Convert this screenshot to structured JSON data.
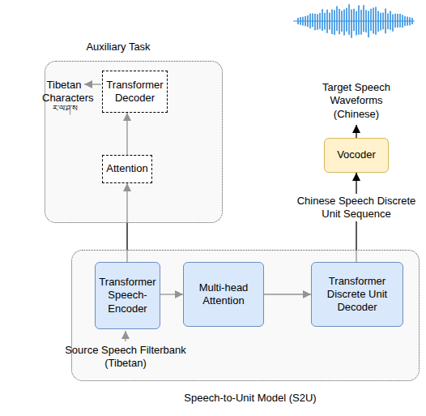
{
  "diagram": {
    "nodes": [
      {
        "text": [
          "Auxiliary Task"
        ]
      },
      {
        "text": [
          "Transformer Decoder"
        ],
        "in": 0
      },
      {
        "text": [
          "Attention"
        ],
        "in": 0
      },
      {
        "text": [
          "Speech-to-Unit Model (S2U)"
        ]
      },
      {
        "text": [
          "Transformer Speech-Encoder"
        ],
        "in": 3
      },
      {
        "text": [
          "Multi-head Attention"
        ],
        "in": 3
      },
      {
        "text": [
          "Transformer Discrete Unit Decoder"
        ],
        "in": 3
      },
      {
        "text": [
          "Vocoder"
        ]
      }
    ],
    "edges": [
      {
        "from": 4,
        "to": 5,
        "arrow": "to"
      },
      {
        "from": 5,
        "to": 6,
        "arrow": "to"
      },
      {
        "from": 4,
        "to": 2,
        "arrow": "to"
      },
      {
        "from": 2,
        "to": 1,
        "arrow": "to"
      },
      {
        "from": 6,
        "to": 7,
        "label": "Chinese Speech Discrete Unit Sequence",
        "arrow": "to"
      }
    ],
    "labels": [
      "Tibetan Characters",
      "ར་ལ་ཤ་ས",
      "Target Speech Waveforms (Chinese)",
      "Source Speech Filterbank (Tibetan)"
    ]
  }
}
